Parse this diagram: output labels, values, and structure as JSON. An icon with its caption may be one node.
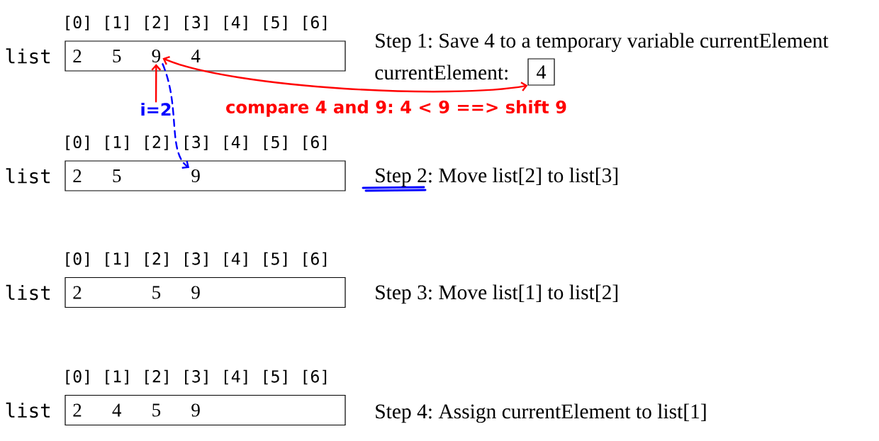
{
  "diagram": {
    "nodes": [
      {
        "text": [],
        "shape": "box",
        "beside": [
          "[0] [1] [2] [3] [4] [5] [6]",
          "list"
        ]
      },
      {
        "text": [
          "2"
        ],
        "in": 0
      },
      {
        "text": [
          "5"
        ],
        "in": 0
      },
      {
        "text": [
          "9"
        ],
        "in": 0
      },
      {
        "text": [
          "4"
        ],
        "in": 0
      },
      {
        "text": [
          "4"
        ],
        "beside": [
          "currentElement:"
        ]
      },
      {
        "text": [
          "i=2"
        ]
      },
      {
        "text": [],
        "shape": "box",
        "beside": [
          "[0] [1] [2] [3] [4] [5] [6]",
          "list"
        ]
      },
      {
        "text": [
          "2"
        ],
        "in": 7
      },
      {
        "text": [
          "5"
        ],
        "in": 7
      },
      {
        "text": [
          "9"
        ],
        "in": 7
      },
      {
        "text": [],
        "shape": "box",
        "beside": [
          "[0] [1] [2] [3] [4] [5] [6]",
          "list"
        ]
      },
      {
        "text": [
          "2"
        ],
        "in": 11
      },
      {
        "text": [
          "5"
        ],
        "in": 11
      },
      {
        "text": [
          "9"
        ],
        "in": 11
      },
      {
        "text": [],
        "shape": "box",
        "beside": [
          "[0] [1] [2] [3] [4] [5] [6]",
          "list"
        ]
      },
      {
        "text": [
          "2"
        ],
        "in": 15
      },
      {
        "text": [
          "4"
        ],
        "in": 15
      },
      {
        "text": [
          "5"
        ],
        "in": 15
      },
      {
        "text": [
          "9"
        ],
        "in": 15
      }
    ],
    "edges": [
      {
        "from": 6,
        "to": 3,
        "arrow": "to",
        "color": "#ff0000"
      },
      {
        "from": 3,
        "to": 5,
        "arrow": "both",
        "color": "#ff0000",
        "label": "compare 4 and 9: 4 < 9 ==> shift 9"
      },
      {
        "from": 3,
        "to": 10,
        "arrow": "to",
        "style": "dashed",
        "color": "#0000ff"
      }
    ],
    "labels": [
      "Step 1: Save 4 to a temporary variable currentElement",
      "Step 2: Move list[2] to list[3]",
      "Step 3: Move list[1] to list[2]",
      "Step 4: Assign currentElement to list[1]"
    ]
  }
}
